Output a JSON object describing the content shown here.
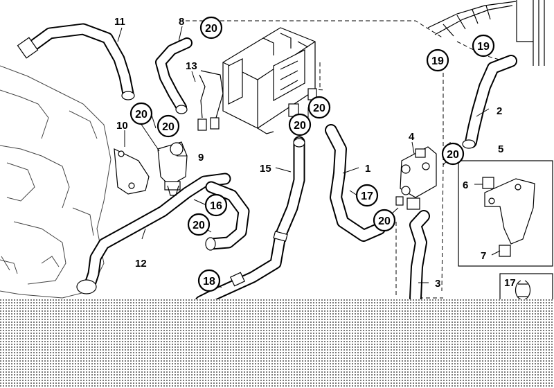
{
  "diagram": {
    "part_labels": [
      "1",
      "2",
      "3",
      "4",
      "5",
      "6",
      "7",
      "8",
      "9",
      "10",
      "11",
      "12",
      "13",
      "15"
    ],
    "callouts": [
      {
        "text": "20"
      },
      {
        "text": "20"
      },
      {
        "text": "20"
      },
      {
        "text": "20"
      },
      {
        "text": "20"
      },
      {
        "text": "20"
      },
      {
        "text": "20"
      },
      {
        "text": "20"
      },
      {
        "text": "16"
      },
      {
        "text": "17"
      },
      {
        "text": "18"
      },
      {
        "text": "19"
      },
      {
        "text": "19"
      },
      {
        "text": "17"
      }
    ],
    "colors": {
      "line": "#000000",
      "background": "#ffffff",
      "halftone": "#8a8a8a"
    }
  }
}
